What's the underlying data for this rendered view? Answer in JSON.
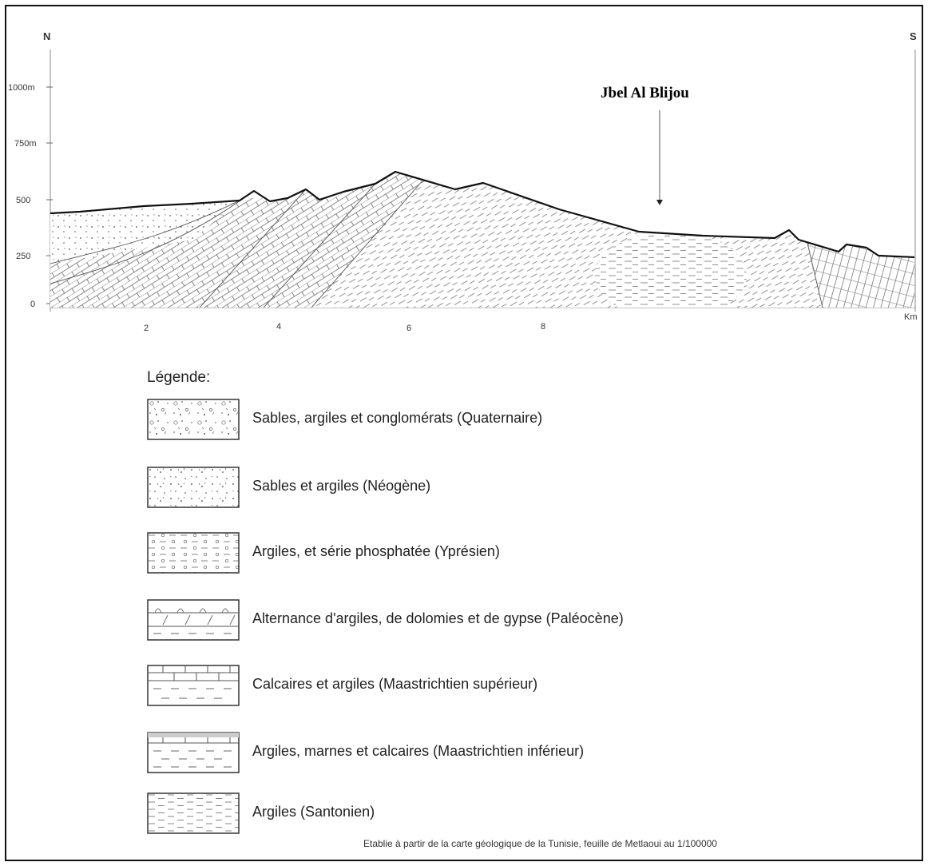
{
  "section": {
    "north_label": "N",
    "south_label": "S",
    "peak_label": "Jbel Al Blijou",
    "y_ticks": [
      "1000m",
      "750m",
      "500",
      "250",
      "0"
    ],
    "x_ticks": [
      "2",
      "4",
      "6",
      "8"
    ],
    "x_unit": "Km",
    "colors": {
      "line": "#111111",
      "hatch": "#777777",
      "frame": "#111111"
    }
  },
  "legend": {
    "title": "Légende:",
    "items": [
      {
        "label": "Sables, argiles et conglomérats (Quaternaire)",
        "pattern": "conglomerate"
      },
      {
        "label": "Sables et argiles (Néogène)",
        "pattern": "sand-dots"
      },
      {
        "label": "Argiles, et série phosphatée (Yprésien)",
        "pattern": "clay-phosphate"
      },
      {
        "label": "Alternance d'argiles, de dolomies et de gypse (Paléocène)",
        "pattern": "dolomite-gypsum"
      },
      {
        "label": "Calcaires et argiles  (Maastrichtien supérieur)",
        "pattern": "limestone-clay"
      },
      {
        "label": "Argiles, marnes et calcaires (Maastrichtien inférieur)",
        "pattern": "marl-limestone"
      },
      {
        "label": "Argiles (Santonien)",
        "pattern": "clay-dashes"
      }
    ]
  },
  "source_note": "Etablie à partir de la carte géologique de la Tunisie, feuille de Metlaoui au 1/100000"
}
